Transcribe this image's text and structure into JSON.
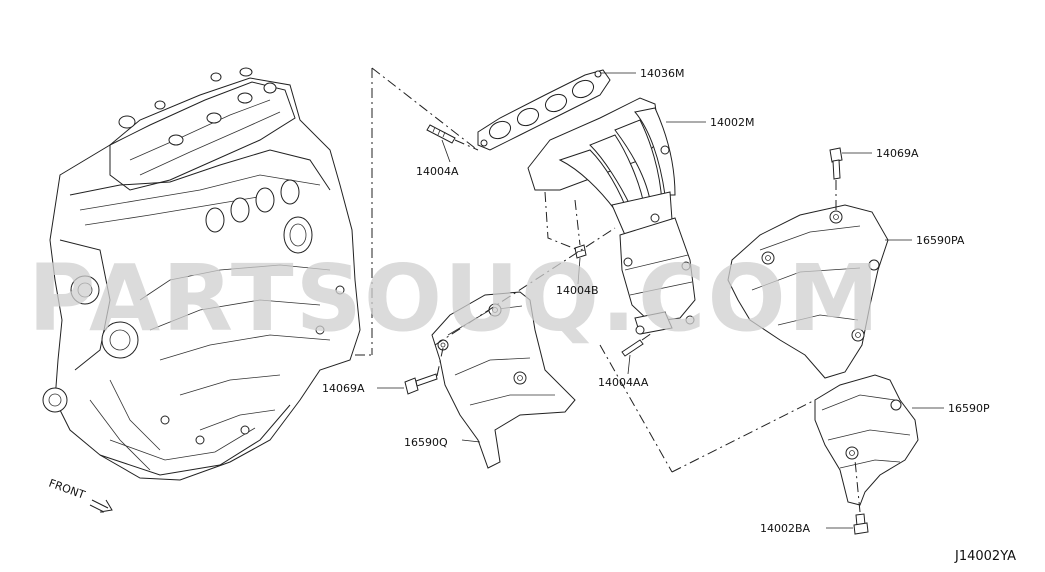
{
  "labels": {
    "p14036M": "14036M",
    "p14002M": "14002M",
    "p14004A": "14004A",
    "p14069A_right": "14069A",
    "p16590PA": "16590PA",
    "p14004B": "14004B",
    "p14069A_left": "14069A",
    "p14004AA": "14004AA",
    "p16590P": "16590P",
    "p16590Q": "16590Q",
    "p14002BA": "14002BA",
    "front": "FRONT"
  },
  "diagram_code": "J14002YA",
  "watermark": "PARTSOUQ.COM"
}
